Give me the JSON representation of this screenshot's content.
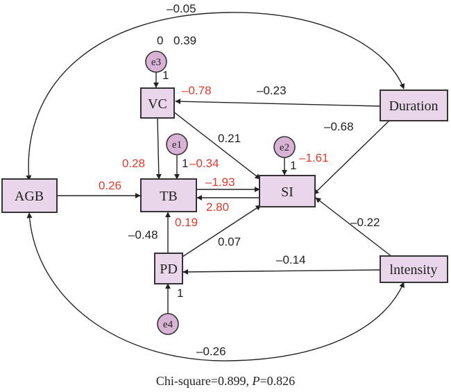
{
  "nodes": {
    "agb": "AGB",
    "tb": "TB",
    "si": "SI",
    "vc": "VC",
    "pd": "PD",
    "duration": "Duration",
    "intensity": "lntensity"
  },
  "errors": {
    "e1": "e1",
    "e2": "e2",
    "e3": "e3",
    "e4": "e4"
  },
  "labels": {
    "agb_duration": "–0.05",
    "e3_mean": "0",
    "e3_var": "0.39",
    "e3_vc": "1",
    "vc_r2": "–0.78",
    "duration_vc": "–0.23",
    "vc_si": "0.21",
    "duration_si": "–0.68",
    "e1_tb": "1",
    "tb_r2": "–0.34",
    "vc_tb": "0.28",
    "e2_si": "1",
    "si_r2": "–1.61",
    "agb_tb": "0.26",
    "tb_si": "–1.93",
    "si_tb": "2.80",
    "pd_tb": "–0.48",
    "pd_r2": "0.19",
    "pd_si": "0.07",
    "intensity_si": "–0.22",
    "intensity_pd": "–0.14",
    "e4_pd": "1",
    "agb_intensity": "–0.26"
  },
  "colors": {
    "red_label": "#e03a2c",
    "box_fill": "#e9d6ea",
    "error_fill": "#d8b3d6"
  },
  "footer": {
    "chi_prefix": "Chi-square=0.899, ",
    "p_symbol": "P",
    "p_value": "=0.826"
  }
}
